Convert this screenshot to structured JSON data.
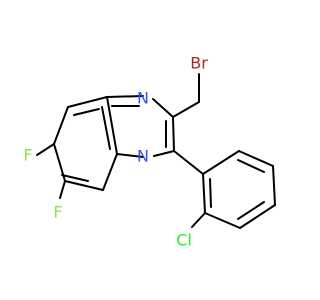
{
  "molecule": {
    "atoms": {
      "n_top": "N",
      "n_bottom": "N",
      "br": "Br",
      "f_upper": "F",
      "f_lower": "F",
      "cl": "Cl"
    },
    "colors": {
      "bond": "#000000",
      "nitrogen": "#3050f8",
      "bromine": "#a62929",
      "fluorine": "#90e050",
      "chlorine": "#1ff01f"
    }
  }
}
